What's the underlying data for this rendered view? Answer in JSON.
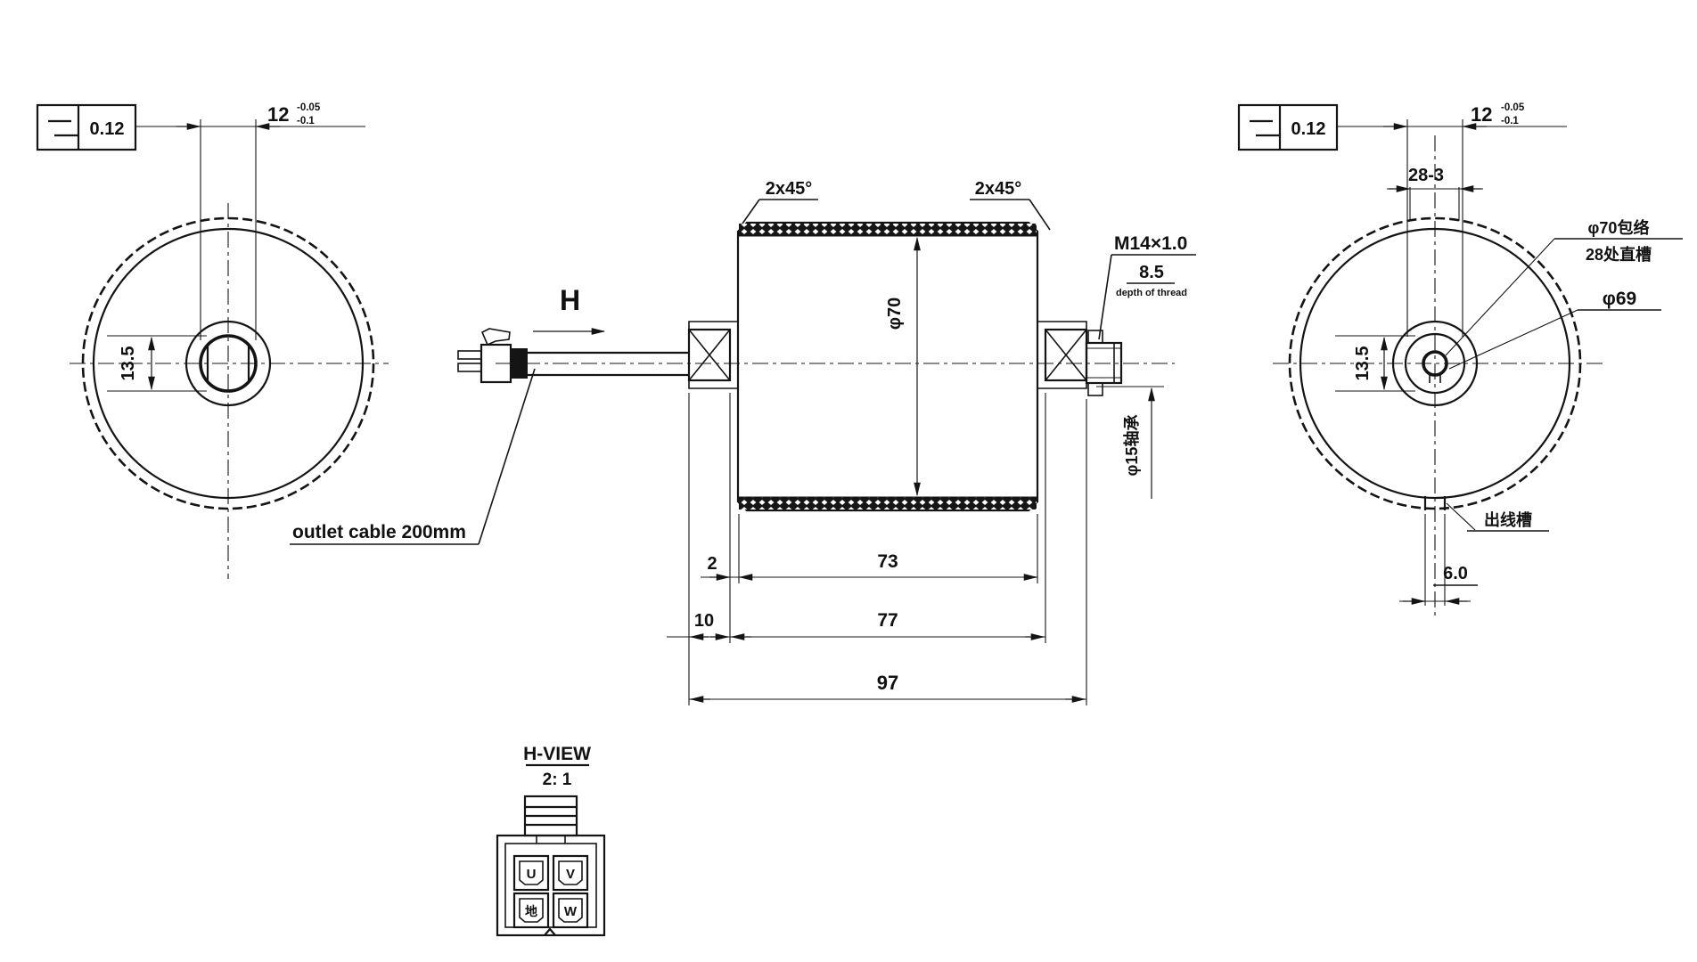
{
  "left_view": {
    "parallelism_tolerance": "0.12",
    "bore_width": "12",
    "bore_width_tol_upper": "-0.05",
    "bore_width_tol_lower": "-0.1",
    "bore_height": "13.5"
  },
  "side_view": {
    "chamfer_left": "2x45°",
    "chamfer_right": "2x45°",
    "body_diameter": "φ70",
    "thread_spec": "M14×1.0",
    "thread_depth": "8.5",
    "thread_depth_note": "depth of thread",
    "shaft_note": "φ15轴承",
    "view_arrow_label": "H",
    "cable_note": "outlet cable 200mm",
    "dim_flange": "2",
    "dim_body": "73",
    "dim_left_end": "10",
    "dim_with_flanges": "77",
    "dim_overall": "97"
  },
  "right_view": {
    "parallelism_tolerance": "0.12",
    "bore_width": "12",
    "bore_width_tol_upper": "-0.05",
    "bore_width_tol_lower": "-0.1",
    "slot_dim": "28-3",
    "envelope_note": "φ70包络",
    "slots_note": "28处直槽",
    "root_diameter": "φ69",
    "outlet_slot_note": "出线槽",
    "outlet_slot_width": "6.0",
    "bore_height": "13.5"
  },
  "detail_view": {
    "title": "H-VIEW",
    "scale": "2: 1",
    "pin_top_left": "U",
    "pin_top_right": "V",
    "pin_bottom_left": "地",
    "pin_bottom_right": "W"
  }
}
